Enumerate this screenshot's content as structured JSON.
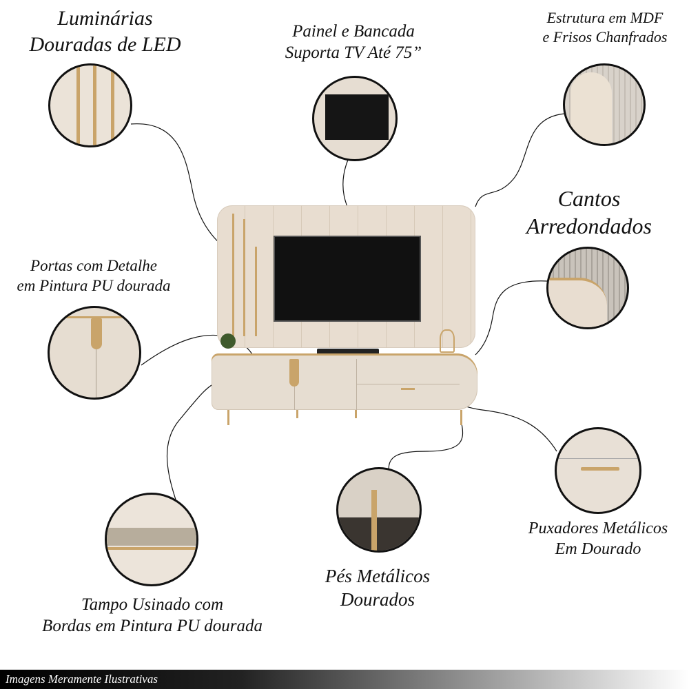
{
  "labels": {
    "led": [
      "Luminárias",
      "Douradas de LED"
    ],
    "tv": [
      "Painel e Bancada",
      "Suporta TV Até 75”"
    ],
    "mdf": [
      "Estrutura em MDF",
      "e Frisos Chanfrados"
    ],
    "cantos": [
      "Cantos",
      "Arredondados"
    ],
    "portas": [
      "Portas com Detalhe",
      "em Pintura PU dourada"
    ],
    "puxadores": [
      "Puxadores Metálicos",
      "Em Dourado"
    ],
    "pes": [
      "Pés Metálicos",
      "Dourados"
    ],
    "tampo": [
      "Tampo Usinado com",
      "Bordas em Pintura PU dourada"
    ]
  },
  "footer": "Imagens Meramente Ilustrativas",
  "colors": {
    "beige": "#e8ddd0",
    "gold": "#c9a46a",
    "tv": "#111111"
  }
}
